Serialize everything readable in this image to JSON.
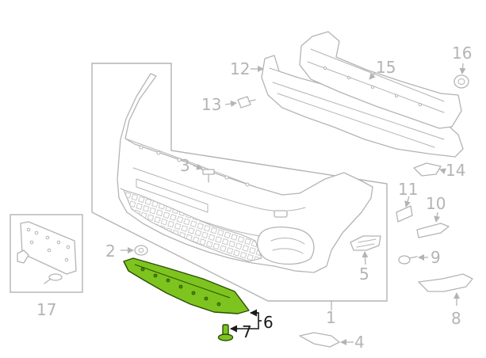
{
  "callouts": [
    {
      "id": "1",
      "label": "1"
    },
    {
      "id": "2",
      "label": "2"
    },
    {
      "id": "3",
      "label": "3"
    },
    {
      "id": "4",
      "label": "4"
    },
    {
      "id": "5",
      "label": "5"
    },
    {
      "id": "6",
      "label": "6"
    },
    {
      "id": "7",
      "label": "7"
    },
    {
      "id": "8",
      "label": "8"
    },
    {
      "id": "9",
      "label": "9"
    },
    {
      "id": "10",
      "label": "10"
    },
    {
      "id": "11",
      "label": "11"
    },
    {
      "id": "12",
      "label": "12"
    },
    {
      "id": "13",
      "label": "13"
    },
    {
      "id": "14",
      "label": "14"
    },
    {
      "id": "15",
      "label": "15"
    },
    {
      "id": "16",
      "label": "16"
    },
    {
      "id": "17",
      "label": "17"
    }
  ],
  "highlighted_parts": [
    "6",
    "7"
  ],
  "colors": {
    "line": "#b4b4b4",
    "highlight_fill": "#7ec41f",
    "highlight_stroke": "#2b4d05",
    "active_label": "#1a1a1a"
  }
}
